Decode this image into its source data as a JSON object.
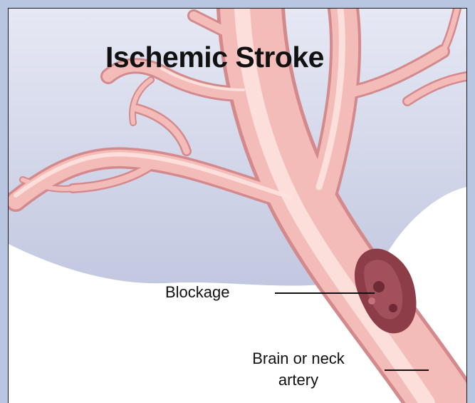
{
  "title": "Ischemic Stroke",
  "labels": {
    "blockage": "Blockage",
    "artery_line1": "Brain or neck",
    "artery_line2": "artery"
  },
  "colors": {
    "frame": "#b9c6e2",
    "background_tissue": "#c9cee4",
    "artery": "#f2b9b6",
    "artery_highlight": "#fde2df",
    "artery_shadow": "#d98e8e",
    "blockage": "#8c3d48"
  }
}
